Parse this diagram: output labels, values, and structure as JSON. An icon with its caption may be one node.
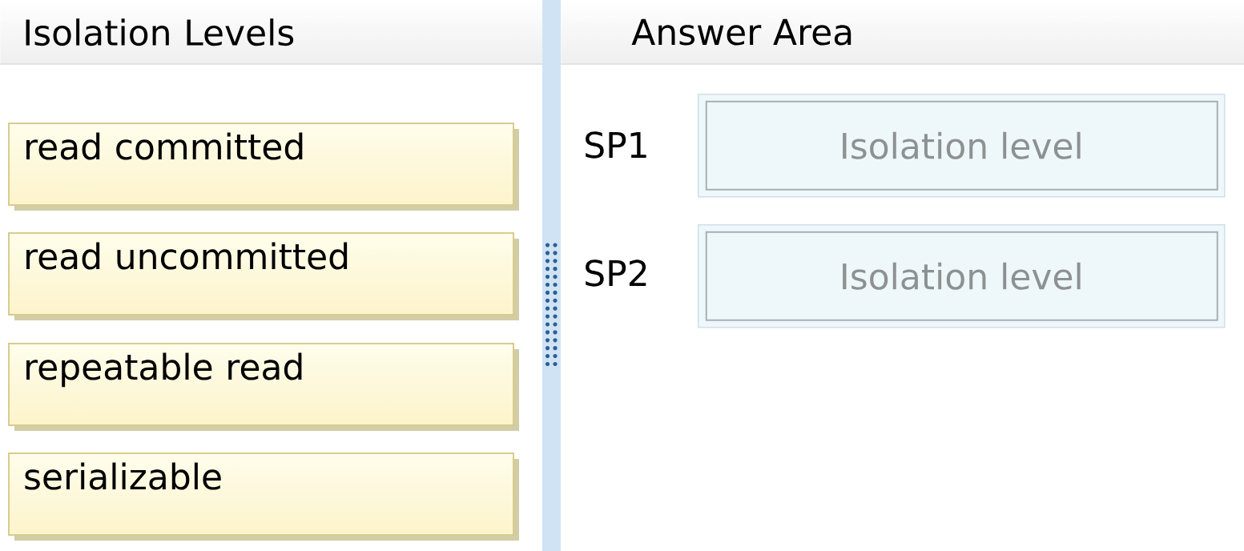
{
  "diagram": {
    "nodes": [
      {
        "text": [
          "Isolation Levels"
        ]
      },
      {
        "text": [
          "Answer Area"
        ]
      },
      {
        "text": [
          "read committed"
        ]
      },
      {
        "text": [
          "read uncommitted"
        ]
      },
      {
        "text": [
          "repeatable read"
        ]
      },
      {
        "text": [
          "serializable"
        ]
      },
      {
        "text": [
          "Isolation level"
        ]
      },
      {
        "text": [
          "Isolation level"
        ]
      }
    ],
    "labels": [
      "SP1",
      "SP2"
    ]
  }
}
